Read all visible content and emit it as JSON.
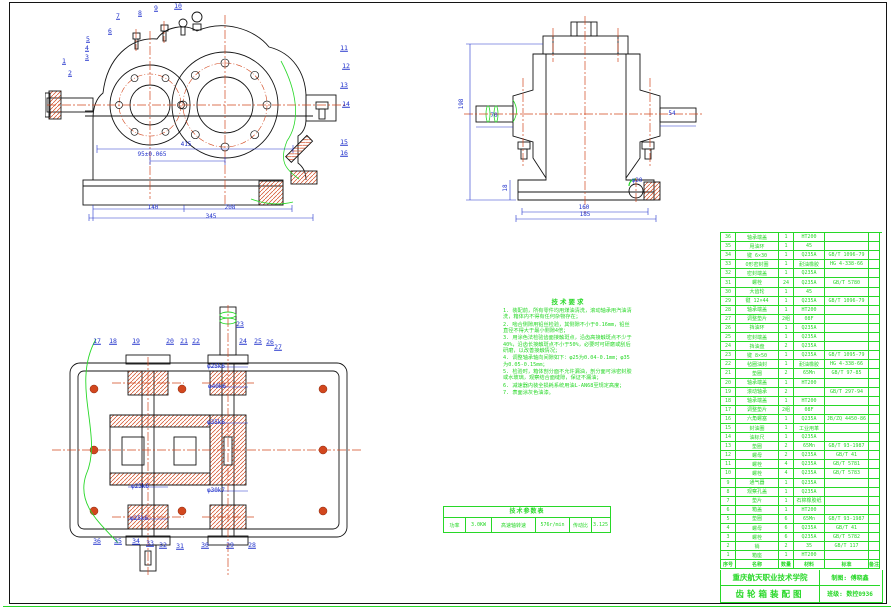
{
  "colors": {
    "line": "#141414",
    "centerline_red": "#d2471e",
    "dimension_blue": "#2233cc",
    "annotation_green": "#28d828"
  },
  "views": {
    "front": {
      "balloons": [
        "1",
        "2",
        "3",
        "4",
        "5",
        "6",
        "7",
        "8",
        "9",
        "10",
        "11",
        "12",
        "13",
        "14",
        "15",
        "16"
      ],
      "dims": [
        "415",
        "95±0.065",
        "140",
        "208",
        "345"
      ]
    },
    "side": {
      "dims": [
        "198",
        "70",
        "54",
        "18",
        "160",
        "185",
        "φ20"
      ]
    },
    "section": {
      "balloons": [
        "17",
        "18",
        "19",
        "20",
        "21",
        "22",
        "23",
        "24",
        "25",
        "26",
        "27",
        "28",
        "29",
        "30",
        "31",
        "32",
        "33",
        "34",
        "35",
        "36"
      ],
      "dims": [
        "φ25k6",
        "φ40k6",
        "φ35k6",
        "φ30k7",
        "φ25k6",
        "φ25k6"
      ]
    }
  },
  "tech_notes": {
    "title": "技术要求",
    "items": [
      "1. 装配前，所有零件均用煤油清洗，滚动轴承用汽油清洗，箱体内不得有任何杂物存在；",
      "2. 啮合侧隙用铅丝检验，其侧隙不小于0.16mm，铅丝直径不得大于最小侧隙4倍；",
      "3. 用涂色法检验齿面接触斑点，沿齿高接触斑点不少于40%，沿齿长接触斑点不小于50%，必要时可研磨或刮后研磨，以改善接触情况；",
      "4. 调整轴承轴向间隙如下：φ25为0.04-0.1mm；φ35为0.05-0.15mm；",
      "5. 检验时，箱体剖分面不允许漏油，剖分面可涂密封胶或水玻璃，观察结合面缝隙，保证不漏油；",
      "6. 减速器内装全损耗系统用油L-AN68至规定高度；",
      "7. 表面涂灰色油漆。"
    ]
  },
  "param_table": {
    "title": "技术参数表",
    "cells": [
      "功率",
      "3.0KW",
      "高速轴转速",
      "576r/min",
      "传动比",
      "3.125"
    ]
  },
  "parts_table": {
    "headers": [
      "序号",
      "名称",
      "数量",
      "材料",
      "标准",
      "备注"
    ],
    "rows": [
      [
        "36",
        "轴承端盖",
        "1",
        "HT200",
        "",
        ""
      ],
      [
        "35",
        "甩油环",
        "1",
        "45",
        "",
        ""
      ],
      [
        "34",
        "键 6×30",
        "1",
        "Q235A",
        "GB/T 1096-79",
        ""
      ],
      [
        "33",
        "O形密封圈",
        "1",
        "耐油橡胶",
        "HG 4-338-66",
        ""
      ],
      [
        "32",
        "密封端盖",
        "1",
        "Q235A",
        "",
        ""
      ],
      [
        "31",
        "螺栓",
        "24",
        "Q235A",
        "GB/T 5780",
        ""
      ],
      [
        "30",
        "大齿轮",
        "1",
        "45",
        "",
        ""
      ],
      [
        "29",
        "键 12×44",
        "1",
        "Q235A",
        "GB/T 1096-79",
        ""
      ],
      [
        "28",
        "轴承端盖",
        "1",
        "HT200",
        "",
        ""
      ],
      [
        "27",
        "调整垫片",
        "2组",
        "08F",
        "",
        ""
      ],
      [
        "26",
        "挡油环",
        "1",
        "Q235A",
        "",
        ""
      ],
      [
        "25",
        "密封端盖",
        "1",
        "Q235A",
        "",
        ""
      ],
      [
        "24",
        "挡油盘",
        "2",
        "Q235A",
        "",
        ""
      ],
      [
        "23",
        "键 8×50",
        "1",
        "Q235A",
        "GB/T 1095-79",
        ""
      ],
      [
        "22",
        "毡圈油封",
        "1",
        "耐油橡胶",
        "HG 4-338-66",
        ""
      ],
      [
        "21",
        "垫圈",
        "2",
        "65Mn",
        "GB/T 97-85",
        ""
      ],
      [
        "20",
        "轴承端盖",
        "1",
        "HT200",
        "",
        ""
      ],
      [
        "19",
        "滚动轴承",
        "2",
        "",
        "GB/T 297-94",
        ""
      ],
      [
        "18",
        "轴承端盖",
        "1",
        "HT200",
        "",
        ""
      ],
      [
        "17",
        "调整垫片",
        "2组",
        "08F",
        "",
        ""
      ],
      [
        "16",
        "六角螺塞",
        "1",
        "Q235A",
        "JB/ZQ 4450-86",
        ""
      ],
      [
        "15",
        "封油圈",
        "1",
        "工业用革",
        "",
        ""
      ],
      [
        "14",
        "油标尺",
        "1",
        "Q235A",
        "",
        ""
      ],
      [
        "13",
        "垫圈",
        "2",
        "65Mn",
        "GB/T 93-1987",
        ""
      ],
      [
        "12",
        "螺母",
        "2",
        "Q235A",
        "GB/T 41",
        ""
      ],
      [
        "11",
        "螺栓",
        "4",
        "Q235A",
        "GB/T 5781",
        ""
      ],
      [
        "10",
        "螺栓",
        "4",
        "Q235A",
        "GB/T 5783",
        ""
      ],
      [
        "9",
        "通气器",
        "1",
        "Q235A",
        "",
        ""
      ],
      [
        "8",
        "观察孔盖",
        "1",
        "Q235A",
        "",
        ""
      ],
      [
        "7",
        "垫片",
        "1",
        "石棉橡胶纸",
        "",
        ""
      ],
      [
        "6",
        "箱盖",
        "1",
        "HT200",
        "",
        ""
      ],
      [
        "5",
        "垫圈",
        "6",
        "65Mn",
        "GB/T 93-1987",
        ""
      ],
      [
        "4",
        "螺母",
        "6",
        "Q235A",
        "GB/T 41",
        ""
      ],
      [
        "3",
        "螺栓",
        "6",
        "Q235A",
        "GB/T 5782",
        ""
      ],
      [
        "2",
        "销",
        "2",
        "35",
        "GB/T 117",
        ""
      ],
      [
        "1",
        "箱座",
        "1",
        "HT200",
        "",
        ""
      ]
    ]
  },
  "title_block": {
    "school": "重庆航天职业技术学院",
    "drawing_title": "齿轮箱装配图",
    "drafter": "制图: 傅晓鑫",
    "class_name": "班级: 数控0936"
  }
}
